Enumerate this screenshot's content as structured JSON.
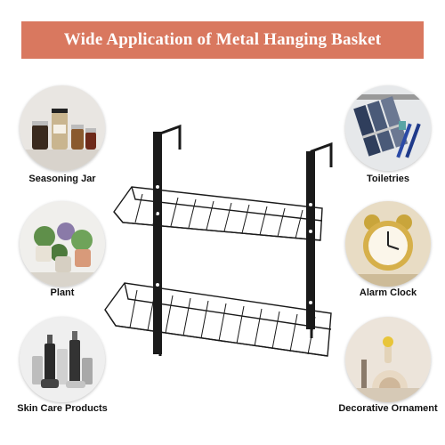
{
  "banner": {
    "title": "Wide Application of Metal Hanging Basket",
    "color": "#d9785f"
  },
  "categories": [
    {
      "label": "Seasoning Jar",
      "icon": "seasoning-jar-photo"
    },
    {
      "label": "Toiletries",
      "icon": "toiletries-photo"
    },
    {
      "label": "Plant",
      "icon": "plant-photo"
    },
    {
      "label": "Alarm Clock",
      "icon": "alarm-clock-photo"
    },
    {
      "label": "Skin Care Products",
      "icon": "skin-care-photo"
    },
    {
      "label": "Decorative Ornament",
      "icon": "ornament-photo"
    }
  ],
  "product": {
    "icon": "two-tier-wire-basket"
  }
}
